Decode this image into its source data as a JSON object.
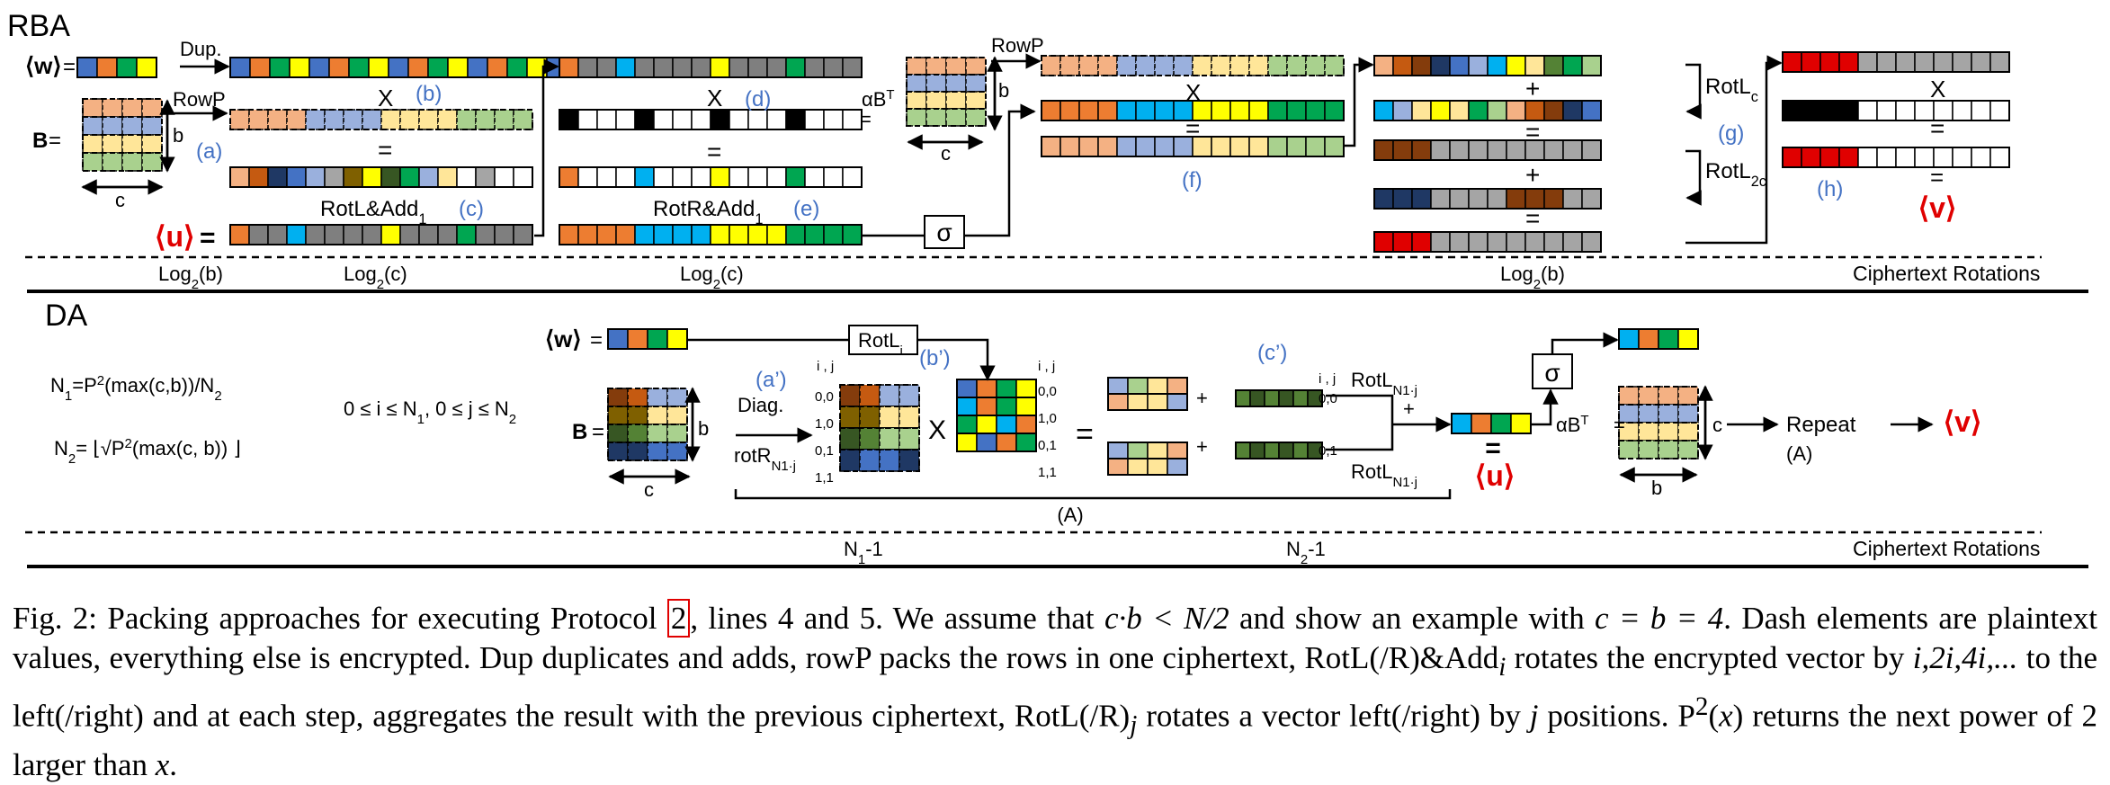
{
  "colors": {
    "blue": "#4472c4",
    "orange": "#ed7d31",
    "yellow": "#ffff00",
    "green": "#00a651",
    "gray": "#7f7f7f",
    "red": "#e00000",
    "accent_label": "#4472c4",
    "black": "#000000"
  },
  "rba": {
    "section_label": "RBA",
    "w_label": "⟨w⟩",
    "B_label": "B",
    "u_label": "⟨u⟩",
    "v_label": "⟨v⟩",
    "dup_label": "Dup.",
    "rowp_label_1": "RowP",
    "rowp_label_2": "RowP",
    "dim_b": "b",
    "dim_c": "c",
    "alpha_bt": "αB",
    "alpha_bt_sup": "T",
    "sigma": "σ",
    "rotl_add": "RotL&Add",
    "rotr_add": "RotR&Add",
    "add_sub": "1",
    "rotl_c": "RotL",
    "rotl_c_sub": "c",
    "rotl_2c": "RotL",
    "rotl_2c_sub": "2c",
    "times": "X",
    "plus": "+",
    "equals": "=",
    "steps": [
      "(a)",
      "(b)",
      "(c)",
      "(d)",
      "(e)",
      "(f)",
      "(g)",
      "(h)"
    ],
    "rotation_labels": [
      "Log",
      "Log",
      "Log",
      "Log"
    ],
    "rotation_args": [
      "(b)",
      "(c)",
      "(c)",
      "(b)"
    ],
    "rotation_sub": "2",
    "ciphertext_rotations": "Ciphertext Rotations"
  },
  "da": {
    "section_label": "DA",
    "n1_formula": "N",
    "n1_formula_sub": "1",
    "n1_formula_rest": "=P",
    "n1_formula_rest2": "(max(c,b))/N",
    "n1_formula_rest_sub": "2",
    "n1_formula_sup": "2",
    "n2_prefix": "N",
    "n2_sub": "2",
    "n2_rest": "= ⌊√P",
    "n2_sup": "2",
    "n2_tail": "(max(c, b)) ⌋",
    "range": "0 ≤ i ≤ N",
    "range_sub1": "1",
    "range_mid": ", 0 ≤ j ≤ N",
    "range_sub2": "2",
    "w_label": "⟨w⟩",
    "B_label": "B",
    "u_label": "⟨u⟩",
    "v_label": "⟨v⟩",
    "rotli": "RotL",
    "rotli_sub": "i",
    "diag": "Diag.",
    "rotr": "rotR",
    "rotr_sub": "N1·j",
    "rotln": "RotL",
    "rotln_sub": "N1·j",
    "steps": [
      "(a’)",
      "(b’)",
      "(c’)"
    ],
    "index_head": "i , j",
    "indices": [
      "0,0",
      "1,0",
      "0,1",
      "1,1"
    ],
    "c_indices": [
      "0,0",
      "0,1"
    ],
    "sigma": "σ",
    "alpha_bt": "αB",
    "alpha_bt_sup": "T",
    "alpha_bt_eq": "=",
    "repeat": "Repeat",
    "repeat_ref": "(A)",
    "brace_label": "(A)",
    "dim_b": "b",
    "dim_c": "c",
    "rotation_labels": [
      "N",
      "N"
    ],
    "rotation_subs": [
      "1",
      "2"
    ],
    "rotation_tail": "-1",
    "ciphertext_rotations": "Ciphertext Rotations"
  },
  "caption": {
    "p1": "Fig. 2: Packing approaches for executing Protocol ",
    "ref": "2",
    "p2": ", lines 4 and 5. We assume that ",
    "m1": "c·b < N/2",
    "p3": " and show an example with ",
    "m2": "c = b = 4",
    "p4": ". Dash elements are plaintext values, everything else is encrypted. Dup duplicates and adds, rowP packs the rows in one ciphertext, RotL(/R)&Add",
    "m3": "i",
    "p5": " rotates the encrypted vector by ",
    "m4": "i,2i,4i,...",
    "p6": " to the left(/right) and at each step, aggregates the result with the previous ciphertext, RotL(/R)",
    "m5": "j",
    "p7": " rotates a vector left(/right) by ",
    "m6": "j",
    "p8": " positions. P",
    "m7": "2",
    "p9": "(",
    "m8": "x",
    "p10": ") returns the next power of 2 larger than ",
    "m9": "x",
    "p11": "."
  }
}
